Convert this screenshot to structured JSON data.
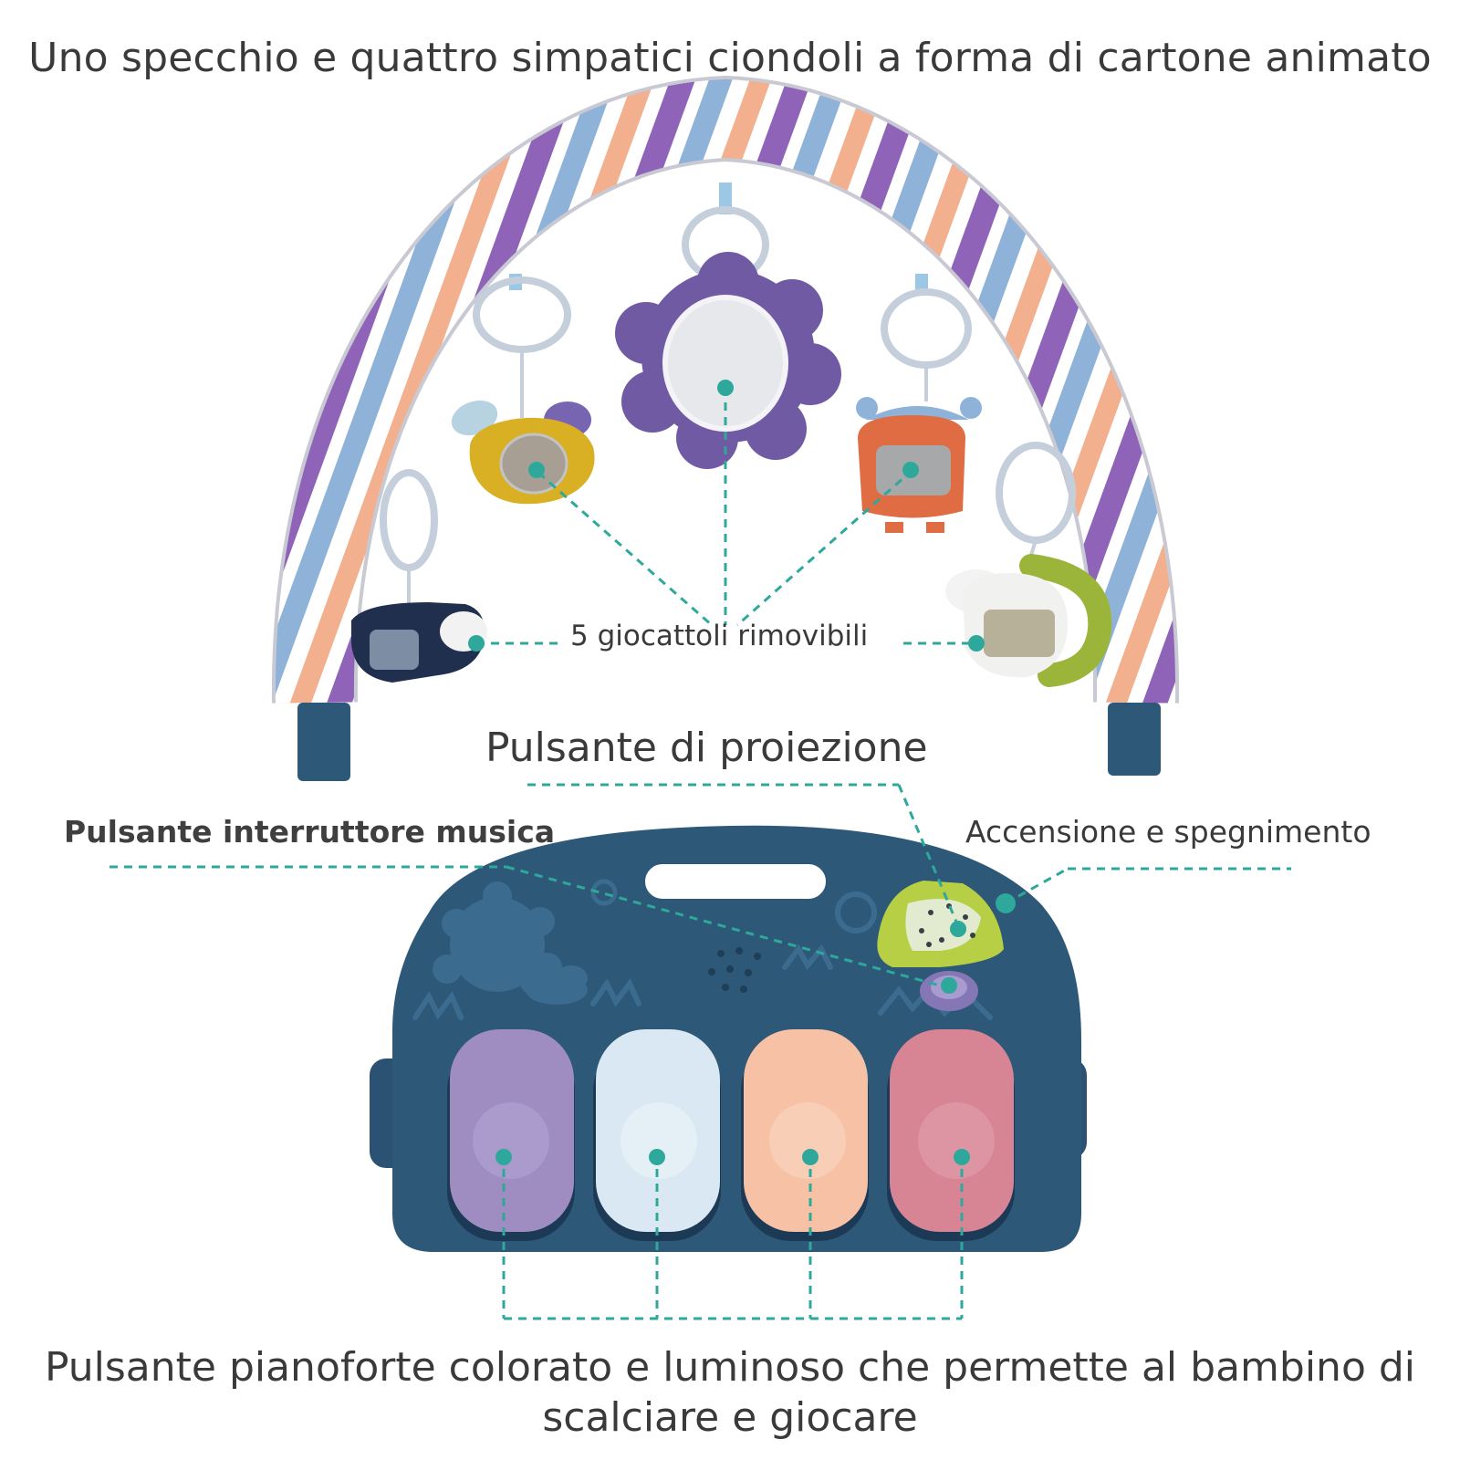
{
  "headline": "Uno specchio e quattro simpatici ciondoli a forma di cartone animato",
  "labels": {
    "toys": "5 giocattoli rimovibili",
    "projection": "Pulsante di proiezione",
    "music_switch": "Pulsante interruttore musica",
    "power": "Accensione e spegnimento"
  },
  "caption": {
    "line1": "Pulsante pianoforte colorato e luminoso che permette al bambino di",
    "line2": "scalciare e giocare"
  },
  "colors": {
    "text": "#3a3a3a",
    "callout": "#2fa89c",
    "panel": "#2e5877",
    "arch_purple": "#8f64b8",
    "arch_blue": "#8fb3d8",
    "arch_peach": "#f2b08f",
    "key_purple": "#9f8dc2",
    "key_blue": "#d9e8f2",
    "key_peach": "#f7c1a6",
    "key_pink": "#d78595",
    "projector": "#b6cf45"
  },
  "icons": [
    "mirror-icon",
    "star-projector-icon",
    "speaker-icon",
    "sun-icon",
    "cloud-icon",
    "grass-icon"
  ]
}
